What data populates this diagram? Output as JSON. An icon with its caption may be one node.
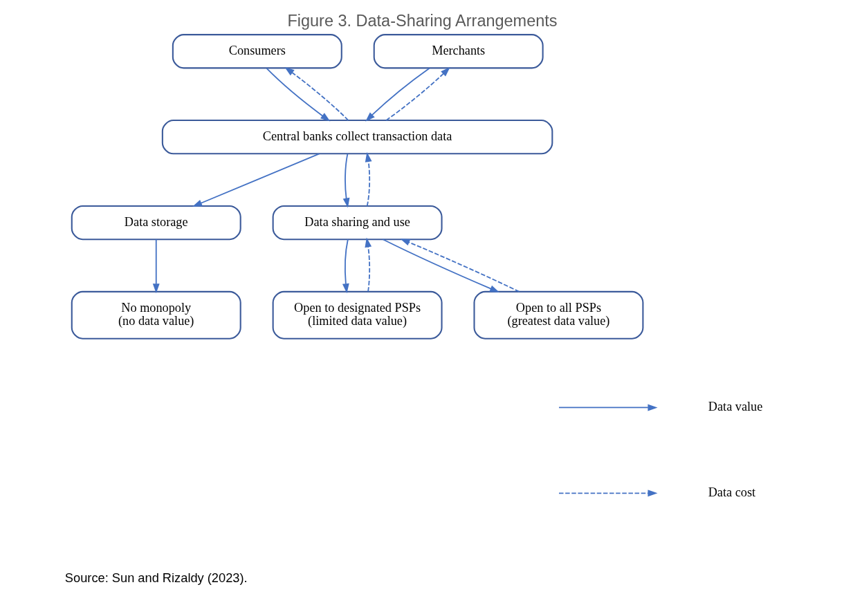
{
  "diagram": {
    "title": "Figure 3. Data-Sharing Arrangements",
    "caption": "Source: Sun and Rizaldy (2023).",
    "nodes": [
      {
        "text": [
          "Consumers"
        ]
      },
      {
        "text": [
          "Merchants"
        ]
      },
      {
        "text": [
          "Central banks collect transaction data"
        ]
      },
      {
        "text": [
          "Data storage"
        ]
      },
      {
        "text": [
          "Data sharing and use"
        ]
      },
      {
        "text": [
          "No monopoly",
          "(no data value)"
        ]
      },
      {
        "text": [
          "Open to designated PSPs",
          "(limited data value)"
        ]
      },
      {
        "text": [
          "Open to all PSPs",
          "(greatest data value)"
        ]
      }
    ],
    "edges": [
      {
        "from": 0,
        "to": 2,
        "arrow": "to"
      },
      {
        "from": 2,
        "to": 0,
        "arrow": "to",
        "style": "dashed"
      },
      {
        "from": 1,
        "to": 2,
        "arrow": "to"
      },
      {
        "from": 2,
        "to": 1,
        "arrow": "to",
        "style": "dashed"
      },
      {
        "from": 2,
        "to": 3,
        "arrow": "to"
      },
      {
        "from": 2,
        "to": 4,
        "arrow": "to"
      },
      {
        "from": 4,
        "to": 2,
        "arrow": "to",
        "style": "dashed"
      },
      {
        "from": 3,
        "to": 5,
        "arrow": "to"
      },
      {
        "from": 4,
        "to": 6,
        "arrow": "to"
      },
      {
        "from": 6,
        "to": 4,
        "arrow": "to",
        "style": "dashed"
      },
      {
        "from": 4,
        "to": 7,
        "arrow": "to"
      },
      {
        "from": 7,
        "to": 4,
        "arrow": "to",
        "style": "dashed"
      }
    ],
    "legend": [
      {
        "text": "Data value"
      },
      {
        "text": "Data cost"
      }
    ]
  }
}
